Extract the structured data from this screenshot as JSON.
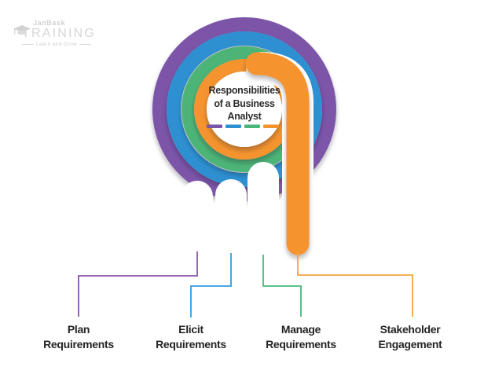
{
  "logo": {
    "brand": "JanBask",
    "title": "TRAINING",
    "tagline": "Learn and Grow"
  },
  "center": {
    "line1": "Responsibilities",
    "line2": "of a Business",
    "line3": "Analyst"
  },
  "labels": {
    "plan": {
      "line1": "Plan",
      "line2": "Requirements"
    },
    "elicit": {
      "line1": "Elicit",
      "line2": "Requirements"
    },
    "manage": {
      "line1": "Manage",
      "line2": "Requirements"
    },
    "stakeholder": {
      "line1": "Stakeholder",
      "line2": "Engagement"
    }
  },
  "colors": {
    "purple": "#7b55a9",
    "blue": "#2e90d1",
    "green": "#4eb477",
    "orange": "#f5942f",
    "purple_line": "#8757ad",
    "blue_line": "#2f9de2",
    "green_line": "#44b978",
    "orange_line": "#f7a23e",
    "title_text": "#2d2d2d",
    "label_text": "#242424",
    "logo_gray": "#d2d2d2"
  }
}
